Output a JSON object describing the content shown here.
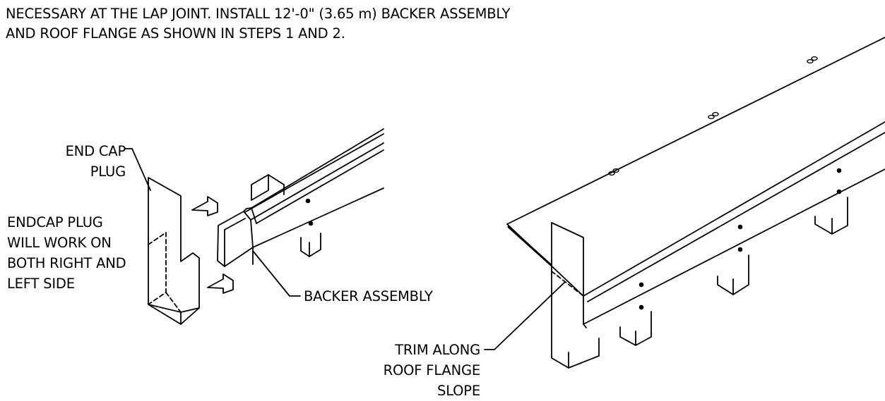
{
  "instructions": {
    "line1": "NECESSARY AT THE LAP JOINT. INSTALL 12'-0\" (3.65 m) BACKER ASSEMBLY",
    "line2": "AND ROOF FLANGE AS SHOWN IN STEPS 1 AND 2."
  },
  "labels": {
    "end_cap_plug": [
      "END CAP",
      "PLUG"
    ],
    "endcap_note": [
      "ENDCAP PLUG",
      "WILL WORK ON",
      "BOTH RIGHT AND",
      "LEFT SIDE"
    ],
    "backer_assembly": "BACKER ASSEMBLY",
    "trim_note": [
      "TRIM ALONG",
      "ROOF FLANGE",
      "SLOPE"
    ]
  }
}
